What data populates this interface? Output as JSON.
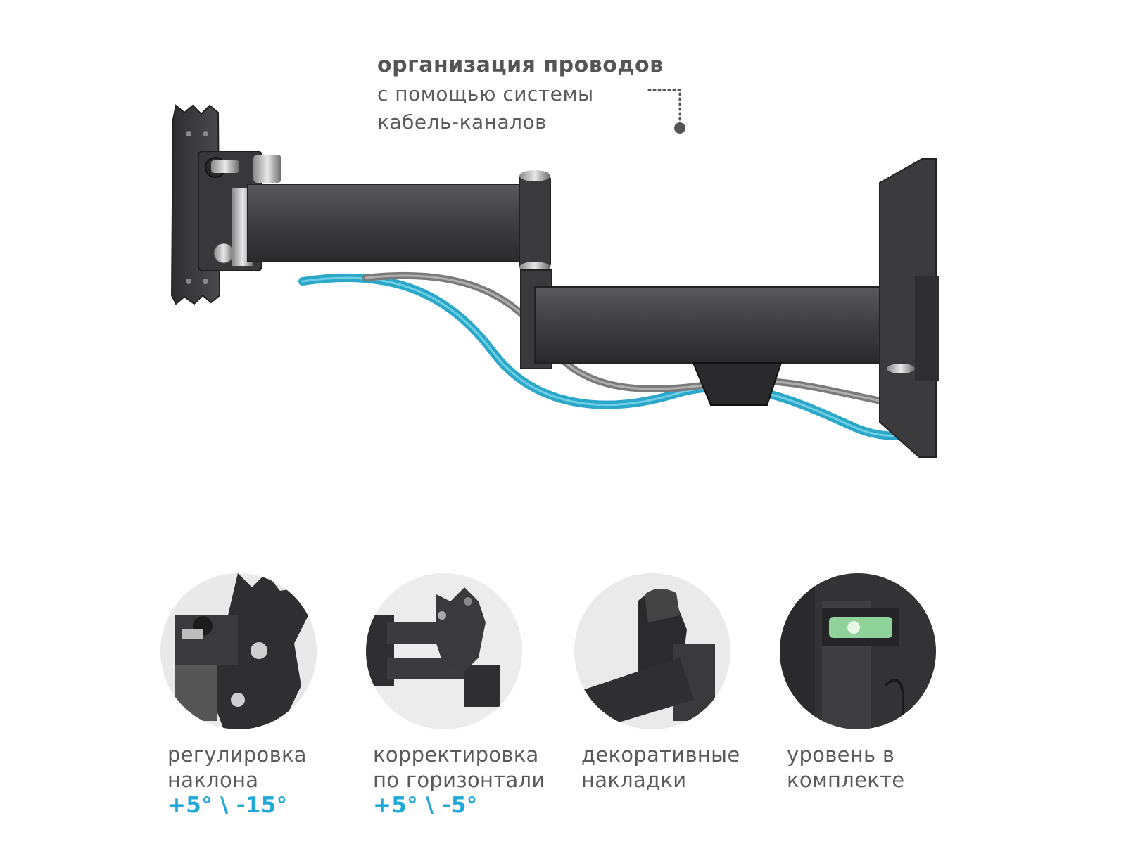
{
  "callout": {
    "title": "организация проводов",
    "line1": "с помощью системы",
    "line2": "кабель-каналов"
  },
  "colors": {
    "metal_dark": "#3d3d3f",
    "cable_blue": "#2aa7c9",
    "cable_gray": "#7a7a7a",
    "text_gray": "#5a5a5a",
    "accent_blue": "#21a8d8"
  },
  "features": [
    {
      "icon": "tilt-adjustment-icon",
      "line1": "регулировка",
      "line2": "наклона",
      "accent": "+5° \\ -15°"
    },
    {
      "icon": "horizontal-correction-icon",
      "line1": "корректировка",
      "line2": "по горизонтали",
      "accent": "+5° \\ -5°"
    },
    {
      "icon": "decorative-cover-icon",
      "line1": "декоративные",
      "line2": "накладки"
    },
    {
      "icon": "bubble-level-icon",
      "line1": "уровень в",
      "line2": "комплекте"
    }
  ]
}
